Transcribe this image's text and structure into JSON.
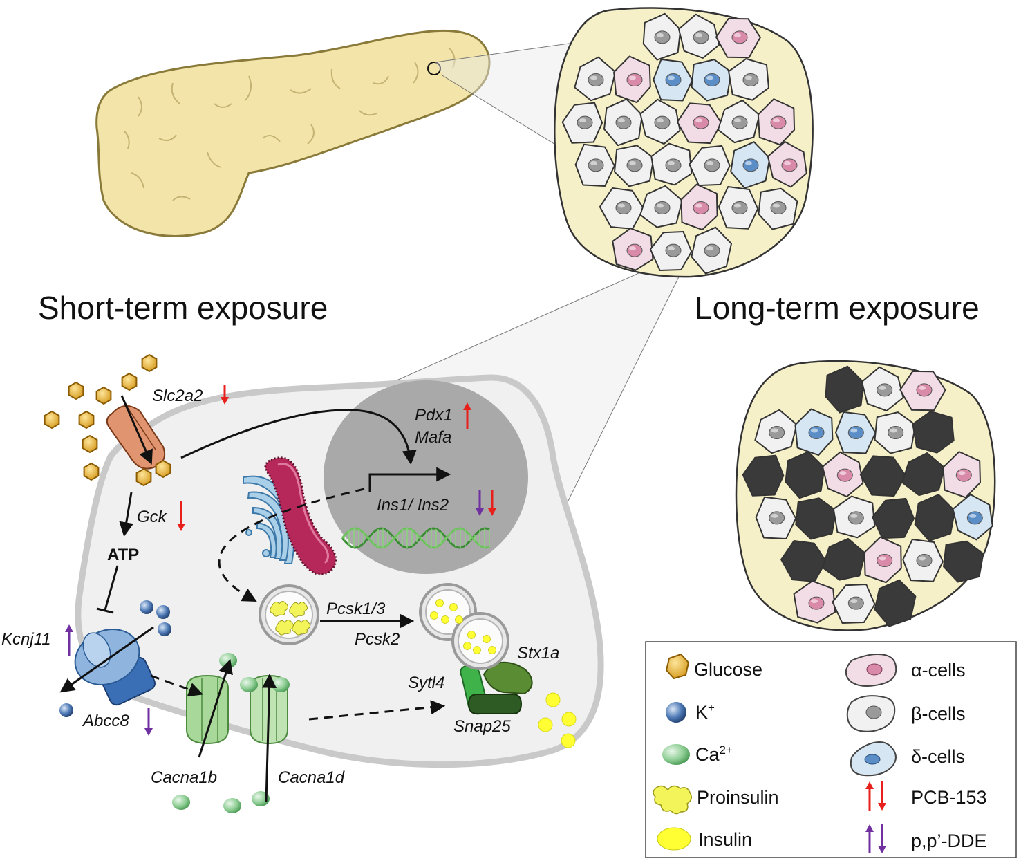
{
  "headings": {
    "short_term": "Short-term exposure",
    "long_term": "Long-term exposure"
  },
  "genes": {
    "slc2a2": "Slc2a2",
    "pdx1": "Pdx1",
    "mafa": "Mafa",
    "ins": "Ins1/ Ins2",
    "gck": "Gck",
    "kcnj11": "Kcnj11",
    "abcc8": "Abcc8",
    "pcsk13": "Pcsk1/3",
    "pcsk2": "Pcsk2",
    "stx1a": "Stx1a",
    "sytl4": "Sytl4",
    "snap25": "Snap25",
    "cacna1b": "Cacna1b",
    "cacna1d": "Cacna1d"
  },
  "labels": {
    "atp": "ATP"
  },
  "legend": {
    "glucose": "Glucose",
    "k": "K",
    "k_sup": "+",
    "ca": "Ca",
    "ca_sup": "2+",
    "proinsulin": "Proinsulin",
    "insulin": "Insulin",
    "alpha": "α-cells",
    "beta": "β-cells",
    "delta": "δ-cells",
    "pcb": "PCB-153",
    "dde": "p,p’-DDE"
  },
  "colors": {
    "pcb153_arrow": "#e8201c",
    "dde_arrow": "#7030a0",
    "pancreas": "#f3e5a9",
    "alpha_cell": "#f2dde6",
    "beta_cell": "#f1f1f1",
    "delta_cell": "#d6e6f2",
    "dead_cell": "#3a3a3a",
    "cell_body": "#f0f0f0",
    "nucleus": "#a9a9a9"
  },
  "icons": [
    "glucose-icon",
    "potassium-ion-icon",
    "calcium-ion-icon",
    "proinsulin-icon",
    "insulin-icon",
    "alpha-cell-icon",
    "beta-cell-icon",
    "delta-cell-icon",
    "pancreas-icon",
    "islet-icon",
    "dna-icon",
    "golgi-icon",
    "er-icon",
    "channel-icon",
    "vesicle-icon"
  ]
}
